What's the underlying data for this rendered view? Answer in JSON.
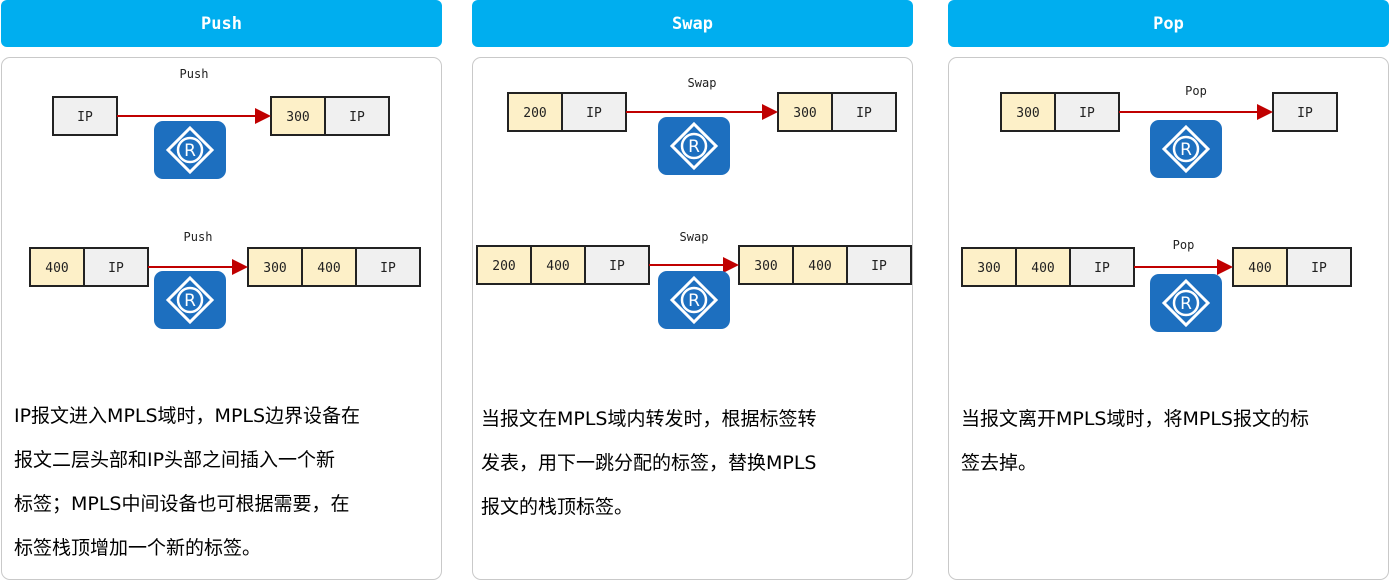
{
  "colors": {
    "header": "#00aeef",
    "label_cell": "#fdf0c8",
    "ip_cell": "#f0f0f0",
    "arrow": "#c00000",
    "router": "#1d6fbf"
  },
  "columns": [
    {
      "title": "Push",
      "rows": [
        {
          "op": "Push",
          "before": [
            "IP"
          ],
          "after": [
            "300",
            "IP"
          ]
        },
        {
          "op": "Push",
          "before": [
            "400",
            "IP"
          ],
          "after": [
            "300",
            "400",
            "IP"
          ]
        }
      ],
      "description": [
        "IP报文进入MPLS域时，MPLS边界设备在",
        "报文二层头部和IP头部之间插入一个新",
        "标签；MPLS中间设备也可根据需要，在",
        "标签栈顶增加一个新的标签。"
      ]
    },
    {
      "title": "Swap",
      "rows": [
        {
          "op": "Swap",
          "before": [
            "200",
            "IP"
          ],
          "after": [
            "300",
            "IP"
          ]
        },
        {
          "op": "Swap",
          "before": [
            "200",
            "400",
            "IP"
          ],
          "after": [
            "300",
            "400",
            "IP"
          ]
        }
      ],
      "description": [
        "当报文在MPLS域内转发时，根据标签转",
        "发表，用下一跳分配的标签，替换MPLS",
        "报文的栈顶标签。"
      ]
    },
    {
      "title": "Pop",
      "rows": [
        {
          "op": "Pop",
          "before": [
            "300",
            "IP"
          ],
          "after": [
            "IP"
          ]
        },
        {
          "op": "Pop",
          "before": [
            "300",
            "400",
            "IP"
          ],
          "after": [
            "400",
            "IP"
          ]
        }
      ],
      "description": [
        "当报文离开MPLS域时，将MPLS报文的标",
        "签去掉。"
      ]
    }
  ]
}
